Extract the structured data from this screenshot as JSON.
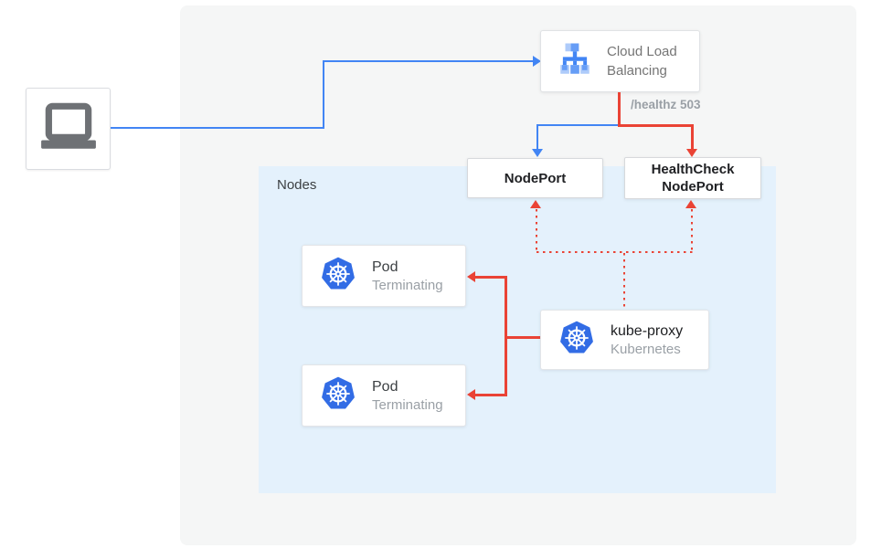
{
  "colors": {
    "blue": "#4285f4",
    "red": "#ea4335",
    "panel-gray": "#f5f6f6",
    "panel-blue": "#e4f1fc",
    "border": "#dadce0",
    "text-dark": "#3c4043",
    "text-gray": "#9aa0a6",
    "text-black": "#202124",
    "clb-text": "#757575",
    "k8s-blue": "#326ce5"
  },
  "icons": {
    "client": "laptop-icon",
    "load_balancer": "cloud-load-balancing-icon",
    "kubernetes": "kubernetes-icon"
  },
  "cloud_load_balancing": {
    "line1": "Cloud Load",
    "line2": "Balancing"
  },
  "healthz_label": "/healthz 503",
  "nodeport": {
    "label": "NodePort"
  },
  "healthcheck_nodeport": {
    "line1": "HealthCheck",
    "line2": "NodePort"
  },
  "nodes_panel": {
    "label": "Nodes"
  },
  "pods": [
    {
      "title": "Pod",
      "status": "Terminating"
    },
    {
      "title": "Pod",
      "status": "Terminating"
    }
  ],
  "kube_proxy": {
    "title": "kube-proxy",
    "subtitle": "Kubernetes"
  }
}
